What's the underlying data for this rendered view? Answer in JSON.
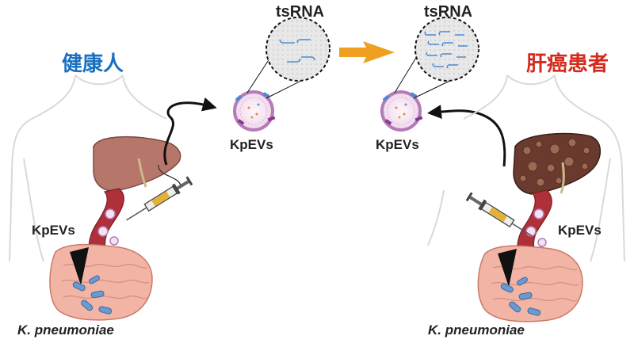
{
  "titles": {
    "healthy": "健康人",
    "patient": "肝癌患者"
  },
  "labels": {
    "tsrna_left": "tsRNA",
    "tsrna_right": "tsRNA",
    "kpevs_center_left": "KpEVs",
    "kpevs_center_right": "KpEVs",
    "kpevs_left": "KpEVs",
    "kpevs_right": "KpEVs",
    "bacteria_left": "K. pneumoniae",
    "bacteria_right": "K. pneumoniae"
  },
  "colors": {
    "healthy_title": "#1a6fc0",
    "patient_title": "#d42a1e",
    "arrow_orange": "#f0a020",
    "vesicle": "#b57ab8",
    "vessel": "#b0303a",
    "liver_healthy": "#b7766a",
    "liver_tumor": "#6a3a2e",
    "intestine": "#f2b5a5",
    "bacteria": "#6b9ad0"
  }
}
